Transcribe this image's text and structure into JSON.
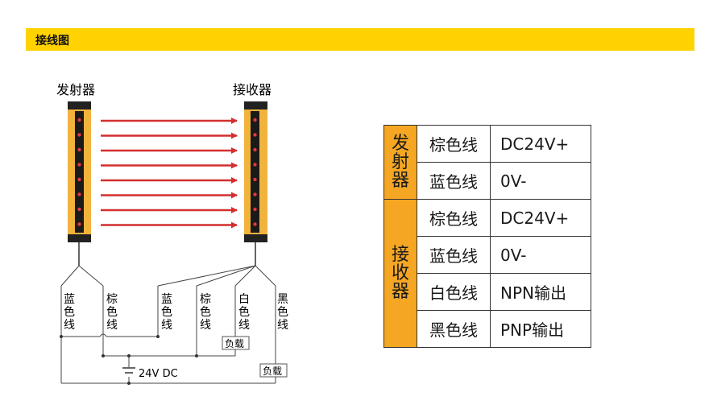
{
  "header": {
    "title": "接线图"
  },
  "diagram": {
    "emitter_label": "发射器",
    "receiver_label": "接收器",
    "wire_labels": [
      "蓝色线",
      "棕色线",
      "蓝色线",
      "棕色线",
      "白色线",
      "黑色线"
    ],
    "load_label_1": "负载",
    "load_label_2": "负载",
    "supply_label": "24V DC",
    "beam_count": 8,
    "colors": {
      "beam": "#d32f2f",
      "housing": "#F2B33D",
      "body": "#222222",
      "led": "#e53935"
    }
  },
  "table": {
    "groups": [
      {
        "name": "发射器",
        "rows": [
          {
            "wire": "棕色线",
            "value": "DC24V+"
          },
          {
            "wire": "蓝色线",
            "value": "0V-"
          }
        ]
      },
      {
        "name": "接收器",
        "rows": [
          {
            "wire": "棕色线",
            "value": "DC24V+"
          },
          {
            "wire": "蓝色线",
            "value": "0V-"
          },
          {
            "wire": "白色线",
            "value": "NPN输出"
          },
          {
            "wire": "黑色线",
            "value": "PNP输出"
          }
        ]
      }
    ],
    "colors": {
      "group_bg": "#F5A623",
      "border": "#333333"
    }
  }
}
